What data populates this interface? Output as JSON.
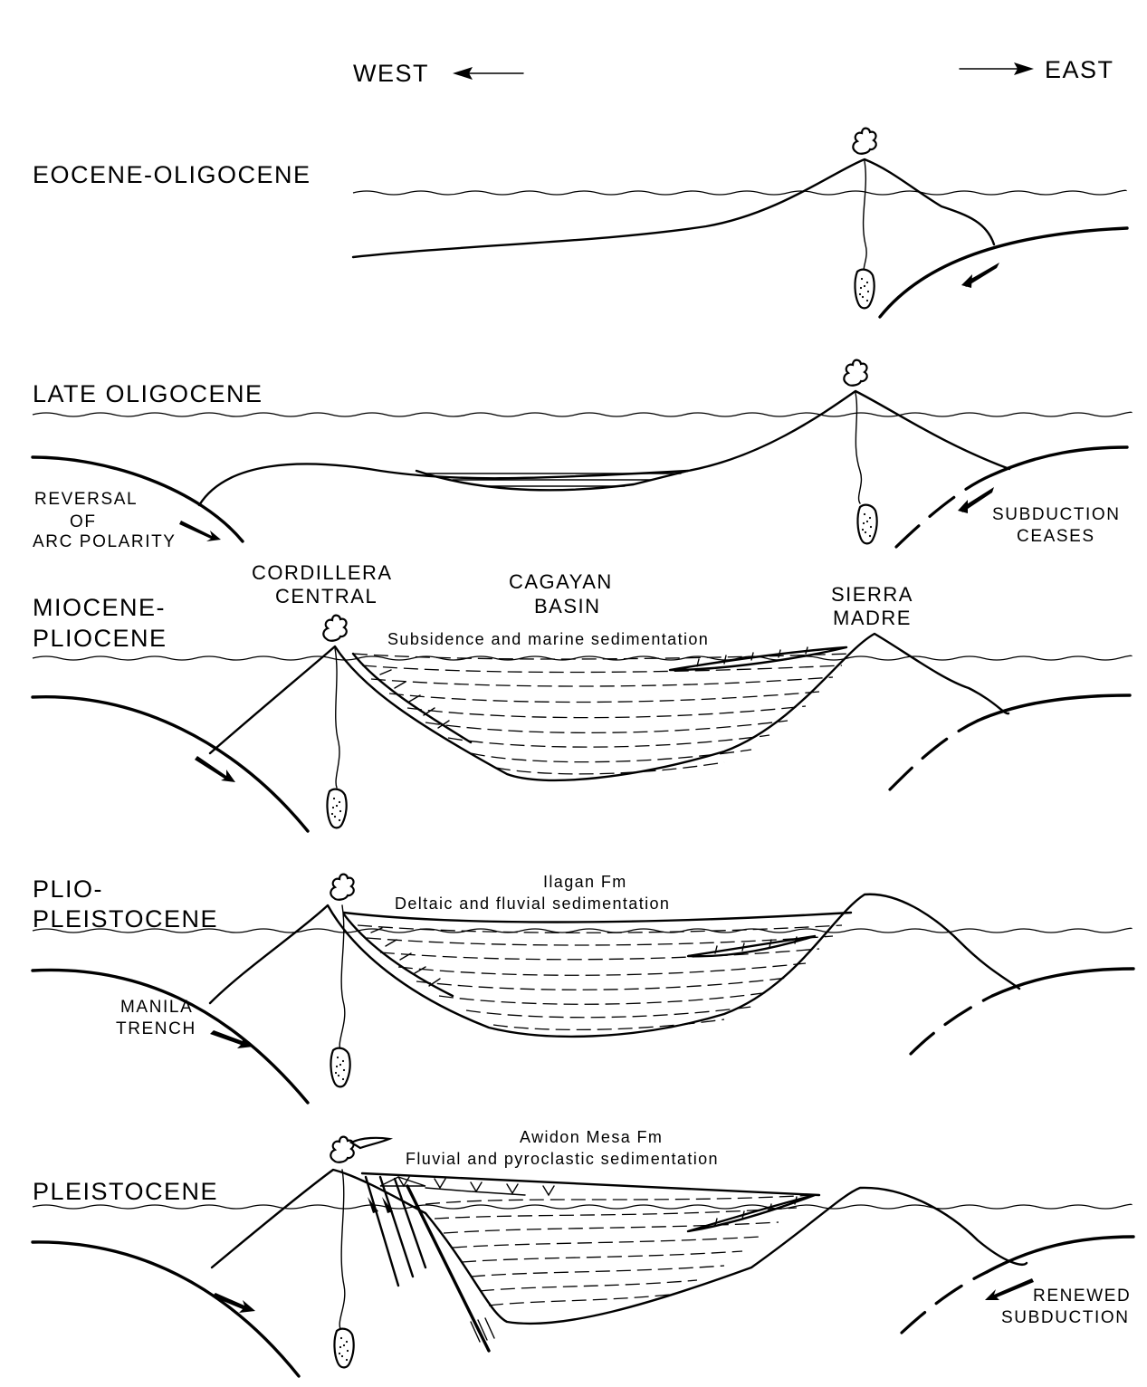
{
  "directions": {
    "west": "WEST",
    "east": "EAST"
  },
  "panels": [
    {
      "id": "eocene",
      "label_lines": [
        "EOCENE-OLIGOCENE"
      ]
    },
    {
      "id": "late-oligocene",
      "label_lines": [
        "LATE OLIGOCENE"
      ]
    },
    {
      "id": "miocene",
      "label_lines": [
        "MIOCENE-",
        "PLIOCENE"
      ]
    },
    {
      "id": "plio",
      "label_lines": [
        "PLIO-",
        "PLEISTOCENE"
      ]
    },
    {
      "id": "pleistocene",
      "label_lines": [
        "PLEISTOCENE"
      ]
    }
  ],
  "annotations": {
    "reversal": [
      "REVERSAL",
      "OF",
      "ARC POLARITY"
    ],
    "subduction_ceases": [
      "SUBDUCTION",
      "CEASES"
    ],
    "cordillera": [
      "CORDILLERA",
      "CENTRAL"
    ],
    "cagayan": [
      "CAGAYAN",
      "BASIN"
    ],
    "sierra": [
      "SIERRA",
      "MADRE"
    ],
    "subsidence": "Subsidence and marine sedimentation",
    "ilagan_fm": "Ilagan Fm",
    "ilagan_desc": "Deltaic and fluvial sedimentation",
    "manila": [
      "MANILA",
      "TRENCH"
    ],
    "awidon_fm": "Awidon Mesa Fm",
    "awidon_desc": "Fluvial and pyroclastic sedimentation",
    "renewed": [
      "RENEWED",
      "SUBDUCTION"
    ]
  }
}
